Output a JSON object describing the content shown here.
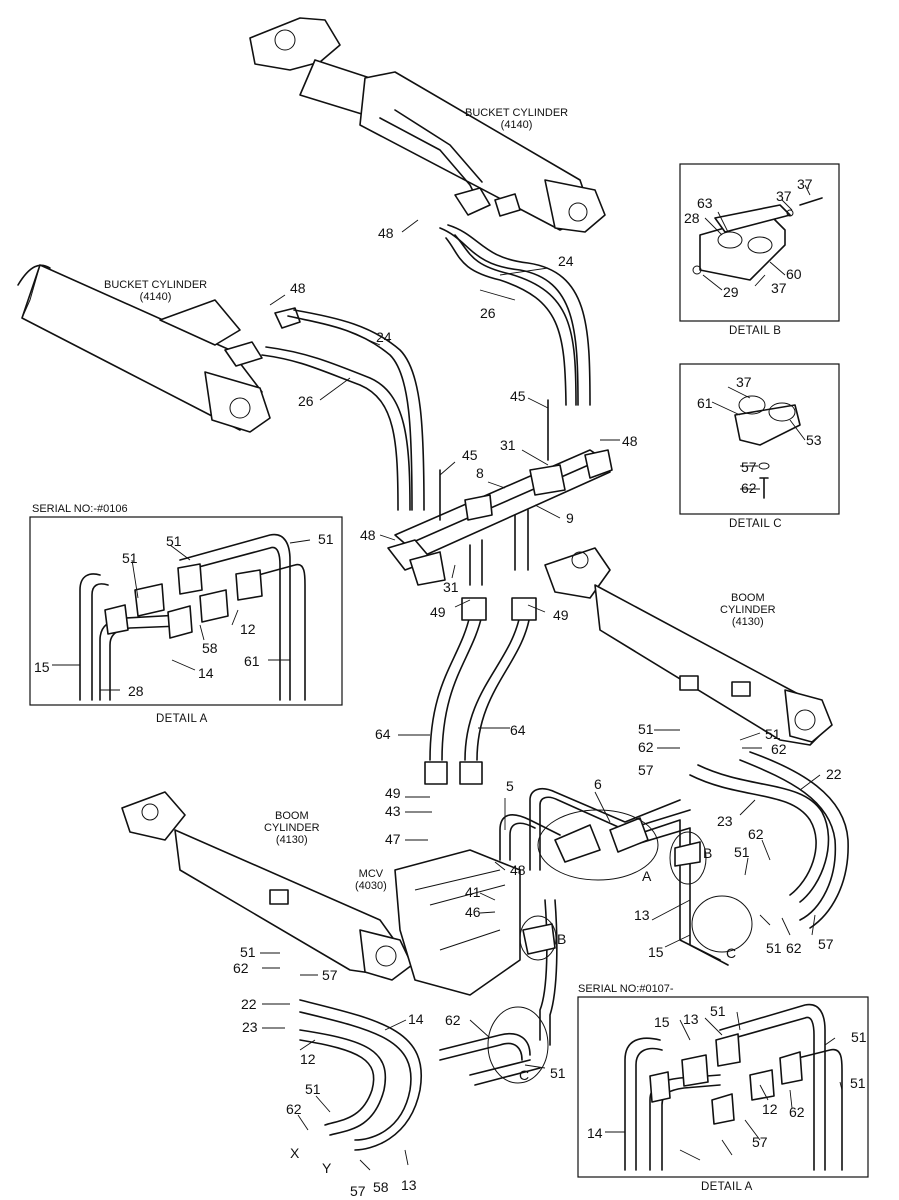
{
  "components": {
    "bucket_cylinder_upper": {
      "name": "BUCKET CYLINDER",
      "code": "(4140)"
    },
    "bucket_cylinder_left": {
      "name": "BUCKET CYLINDER",
      "code": "(4140)"
    },
    "boom_cylinder_right": {
      "line1": "BOOM",
      "line2": "CYLINDER",
      "code": "(4130)"
    },
    "boom_cylinder_left": {
      "line1": "BOOM",
      "line2": "CYLINDER",
      "code": "(4130)"
    },
    "mcv": {
      "name": "MCV",
      "code": "(4030)"
    }
  },
  "details": {
    "detail_a_upper": {
      "serial": "SERIAL NO:-#0106",
      "title": "DETAIL A"
    },
    "detail_a_lower": {
      "serial": "SERIAL NO:#0107-",
      "title": "DETAIL A"
    },
    "detail_b": {
      "title": "DETAIL B"
    },
    "detail_c": {
      "title": "DETAIL C"
    }
  },
  "part_numbers": [
    "48",
    "24",
    "26",
    "48",
    "24",
    "26",
    "45",
    "45",
    "31",
    "8",
    "48",
    "9",
    "48",
    "31",
    "49",
    "49",
    "64",
    "64",
    "5",
    "6",
    "49",
    "43",
    "47",
    "48",
    "41",
    "46",
    "51",
    "62",
    "57",
    "51",
    "62",
    "22",
    "23",
    "62",
    "51",
    "13",
    "15",
    "57",
    "51",
    "62",
    "51",
    "62",
    "57",
    "22",
    "23",
    "12",
    "14",
    "62",
    "51",
    "51",
    "62",
    "57",
    "58",
    "13",
    "51",
    "51",
    "51",
    "58",
    "12",
    "14",
    "15",
    "28",
    "61",
    "63",
    "37",
    "37",
    "28",
    "60",
    "37",
    "29",
    "37",
    "61",
    "53",
    "57",
    "62",
    "51",
    "13",
    "15",
    "51",
    "51",
    "12",
    "62",
    "14",
    "57"
  ],
  "port_labels": [
    "A",
    "B",
    "B",
    "C",
    "C",
    "X",
    "Y"
  ]
}
